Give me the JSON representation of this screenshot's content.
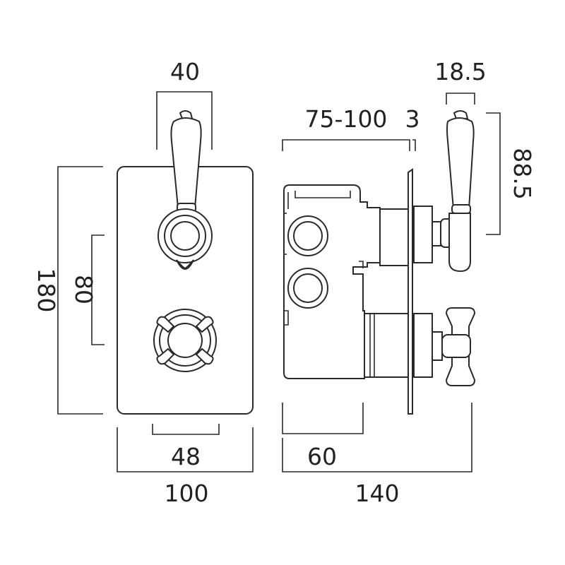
{
  "dimensions": {
    "handle_width": "40",
    "lever_width": "18.5",
    "depth_range": "75-100",
    "plate_thickness": "3",
    "lever_height": "88.5",
    "overall_height": "180",
    "spindle_centres": "80",
    "cartridge_width": "48",
    "plate_width": "100",
    "body_depth": "60",
    "overall_depth": "140"
  }
}
